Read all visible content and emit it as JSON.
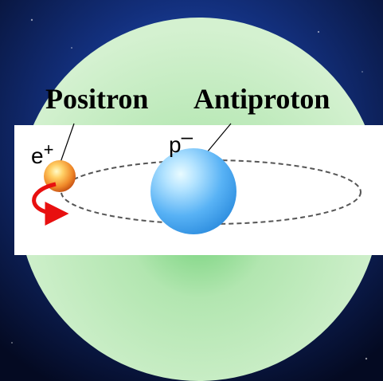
{
  "labels": {
    "positron": "Positron",
    "antiproton": "Antiproton",
    "positron_symbol": "e",
    "positron_charge": "+",
    "antiproton_symbol": "p",
    "antiproton_charge": "–"
  },
  "colors": {
    "space_background": "#050c2a",
    "glow_disc": "#c9eec6",
    "panel": "#ffffff",
    "antiproton": "#4aa8f0",
    "positron": "#e8842a",
    "motion_arrow": "#e81010",
    "orbit": "#555555"
  },
  "icons": {
    "motion": "curved-arrow-icon"
  }
}
